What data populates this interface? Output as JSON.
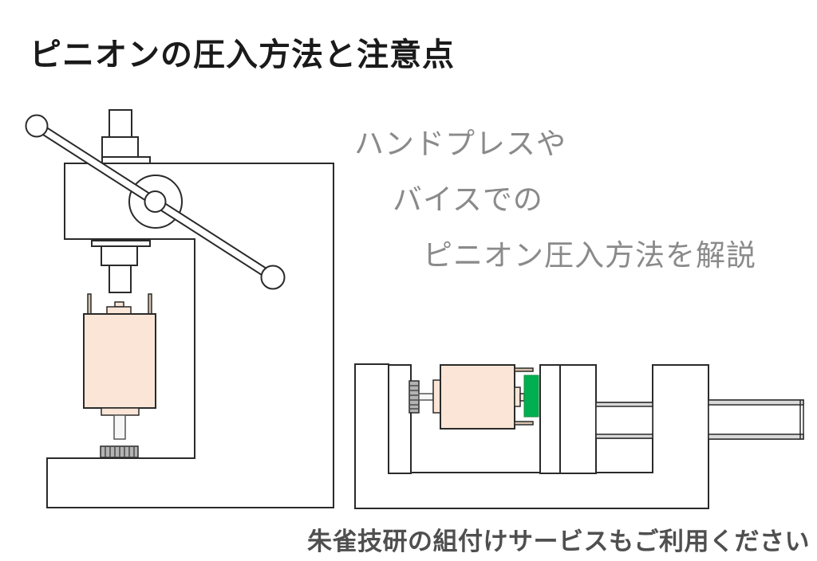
{
  "title": {
    "text": "ピニオンの圧入方法と注意点"
  },
  "caption": {
    "lines": [
      "ハンドプレスや",
      "バイスでの",
      "ピニオン圧入方法を解説"
    ]
  },
  "footer": {
    "text": "朱雀技研の組付けサービスもご利用ください"
  },
  "figures": {
    "hand_press": "hand press with motor and pinion gear on base",
    "vise": "bench vise holding motor with pinion and green spacer block"
  },
  "colors": {
    "outline": "#2a2a2a",
    "motor_body": "#fbe5d6",
    "gear_fill": "#b3b3b3",
    "gear_tooth": "#4a4a4a",
    "green_block": "#00b050",
    "stripe_gray": "#d9d9d9",
    "shaft_white": "#f7f7f7",
    "terminal_tan": "#d9c3ae",
    "title_text": "#1a1a1a",
    "caption_text": "#8a8a8a",
    "footer_text": "#4f4f4f"
  }
}
